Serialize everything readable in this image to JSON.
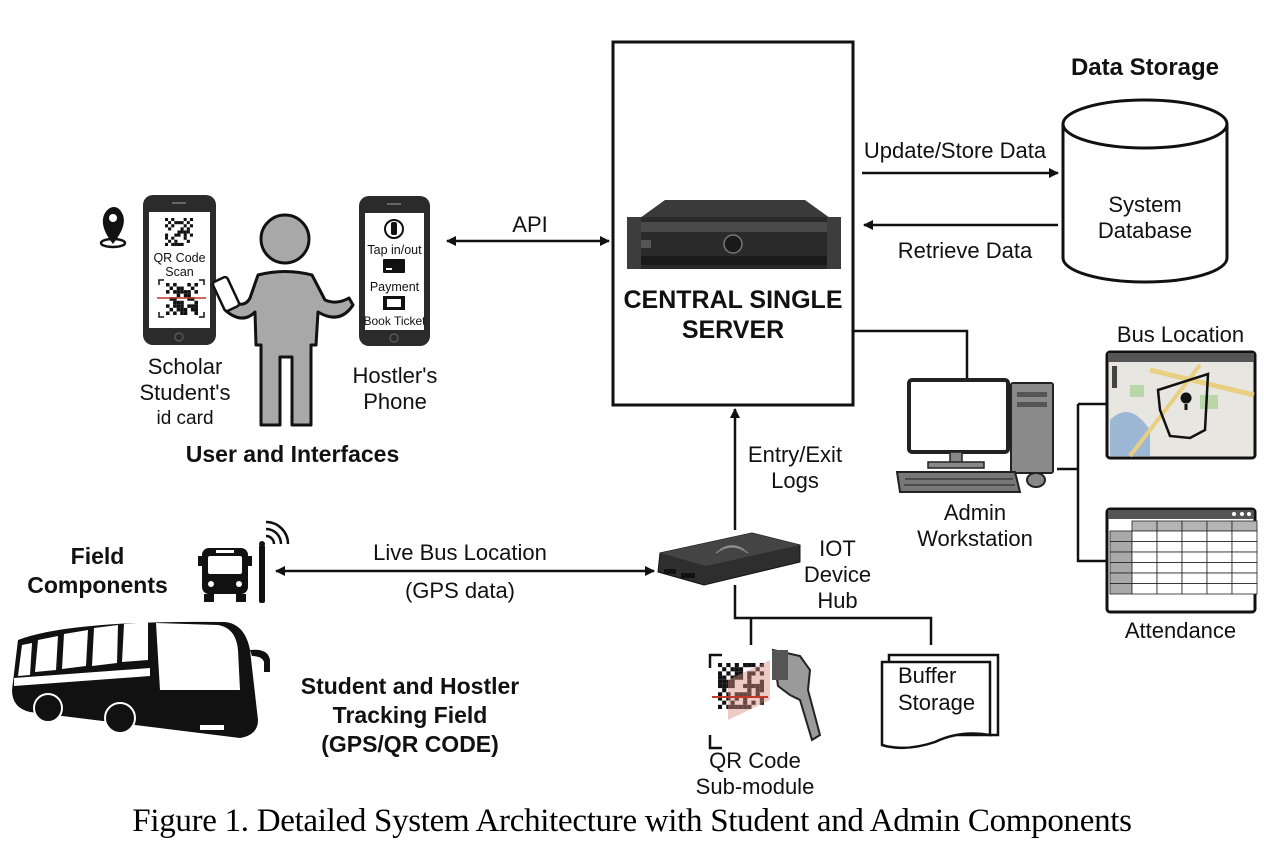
{
  "figure": {
    "caption": "Figure 1. Detailed System Architecture with Student and Admin Components"
  },
  "users_section": {
    "title": "User and Interfaces",
    "student_phone": {
      "screen_items": [
        "QR Code",
        "Scan"
      ],
      "label_lines": [
        "Scholar",
        "Student's"
      ],
      "sublabel": "id card",
      "icons": [
        "qr-code-icon",
        "qr-scan-icon"
      ]
    },
    "hostler_phone": {
      "screen_items": [
        "Tap in/out",
        "Payment",
        "Book Ticket"
      ],
      "label_lines": [
        "Hostler's",
        "Phone"
      ],
      "icons": [
        "tap-icon",
        "card-icon",
        "ticket-icon"
      ]
    },
    "location_pin_icon": "location-pin-icon",
    "person_icon": "person-icon"
  },
  "server": {
    "title_lines": [
      "CENTRAL SINGLE",
      "SERVER"
    ],
    "icon": "rack-server-icon"
  },
  "data_storage": {
    "title": "Data Storage",
    "db_label_lines": [
      "System",
      "Database"
    ],
    "update_arrow_label": "Update/Store Data",
    "retrieve_arrow_label": "Retrieve Data"
  },
  "api_arrow_label": "API",
  "admin": {
    "label_lines": [
      "Admin",
      "Workstation"
    ],
    "bus_location_panel": "Bus Location",
    "attendance_panel": "Attendance"
  },
  "entry_exit_label_lines": [
    "Entry/Exit",
    "Logs"
  ],
  "iot_hub": {
    "label_lines": [
      "IOT",
      "Device",
      "Hub"
    ]
  },
  "field": {
    "title_lines": [
      "Field",
      "Components"
    ],
    "live_bus_label": "Live Bus Location",
    "gps_label": "(GPS data)",
    "tracking_lines": [
      "Student and Hostler",
      "Tracking Field",
      "(GPS/QR CODE)"
    ]
  },
  "qr_submodule": {
    "label_lines": [
      "QR Code",
      "Sub-module"
    ]
  },
  "buffer_storage": {
    "label_lines": [
      "Buffer",
      "Storage"
    ]
  },
  "colors": {
    "line": "#111111",
    "device_gray": "#9a9a9a",
    "dark_device": "#2b2b2b",
    "scan_red": "#c0392b"
  }
}
